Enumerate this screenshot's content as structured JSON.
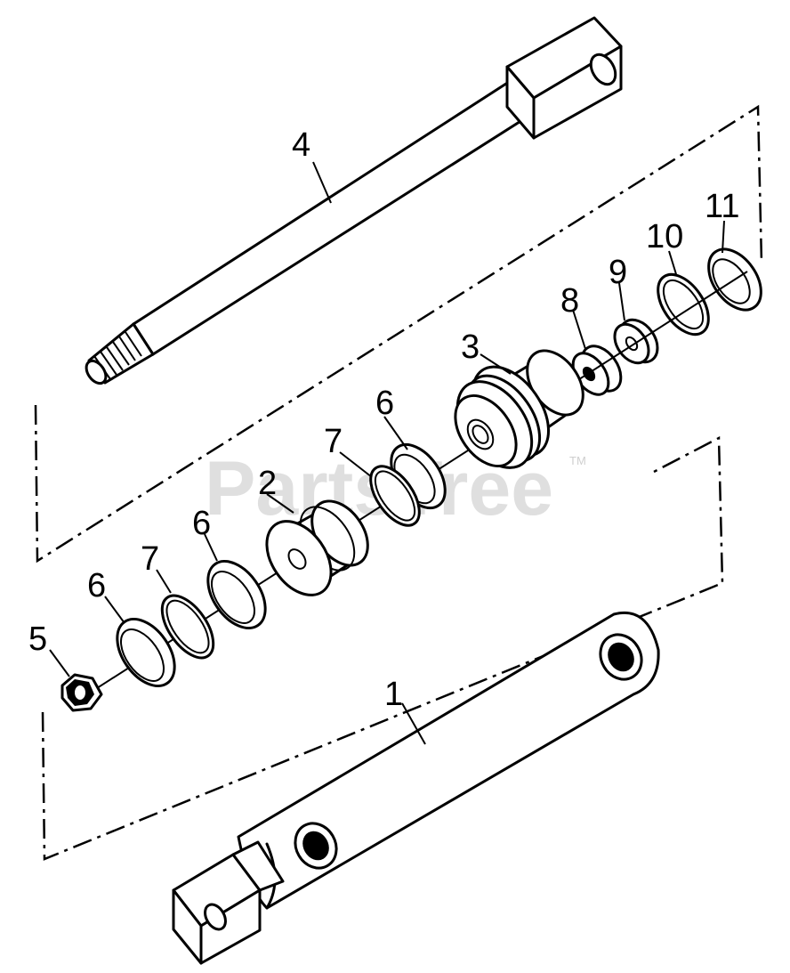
{
  "watermark": {
    "text": "PartsTree",
    "tm": "TM"
  },
  "callouts": {
    "c1": "1",
    "c2": "2",
    "c3": "3",
    "c4": "4",
    "c5": "5",
    "c6a": "6",
    "c6b": "6",
    "c6c": "6",
    "c7a": "7",
    "c7b": "7",
    "c8": "8",
    "c9": "9",
    "c10": "10",
    "c11": "11"
  }
}
